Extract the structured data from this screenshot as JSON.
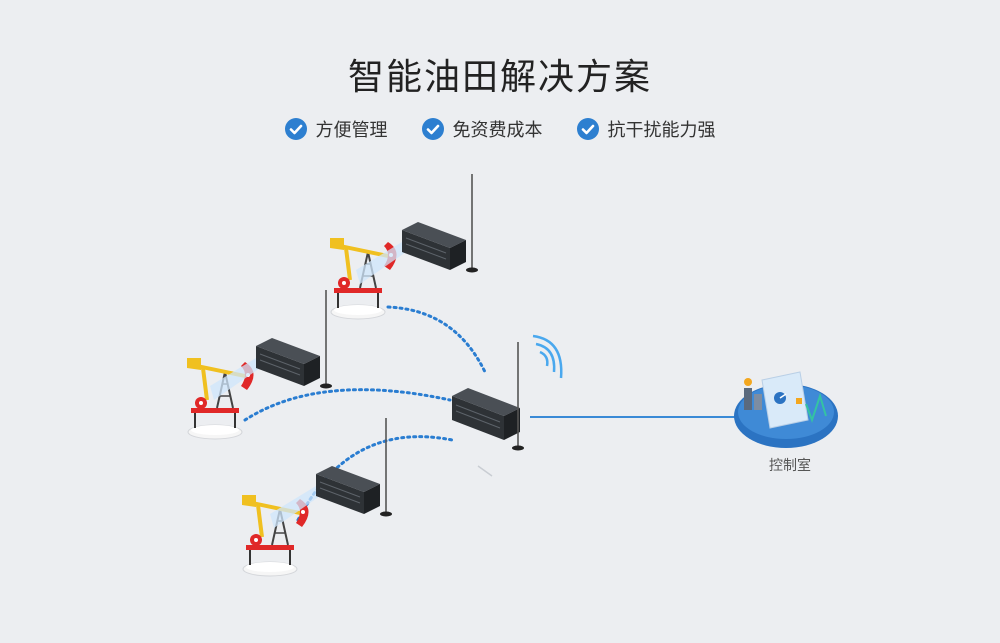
{
  "title": "智能油田解决方案",
  "features": [
    {
      "label": "方便管理",
      "icon": "check-circle-icon"
    },
    {
      "label": "免资费成本",
      "icon": "check-circle-icon"
    },
    {
      "label": "抗干扰能力强",
      "icon": "check-circle-icon"
    }
  ],
  "control_room": {
    "label": "控制室"
  },
  "colors": {
    "accent": "#2d7fd0",
    "link_dotted": "#2a7dd1",
    "link_solid": "#3a8ad6",
    "pump_yellow": "#f0c020",
    "pump_red": "#e02828",
    "router_body": "#2e3236"
  }
}
